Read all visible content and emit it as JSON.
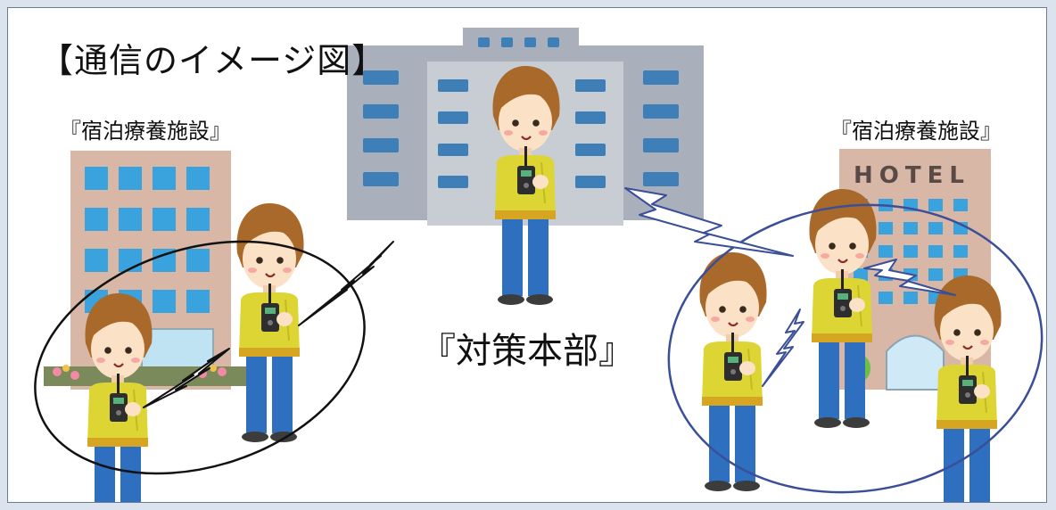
{
  "title": "【通信のイメージ図】",
  "facility_left": "『宿泊療養施設』",
  "facility_right": "『宿泊療養施設』",
  "headquarters": "『対策本部』",
  "hotel_sign": "HOTEL",
  "colors": {
    "uniform": "#dcd534",
    "pants": "#2e6fc0",
    "hair": "#a9692a",
    "skin": "#fbe1c5",
    "building_gray": "#a9b0bb",
    "window_blue": "#3f7fb8",
    "building_pink": "#d8b7a7",
    "hotel_window": "#3aa3de",
    "group_circle_right": "#3a4f98",
    "group_circle_left": "#111111"
  },
  "icons": [
    "hq-building-icon",
    "facility-building-icon",
    "hotel-building-icon",
    "staff-person-icon",
    "radio-signal-icon"
  ]
}
